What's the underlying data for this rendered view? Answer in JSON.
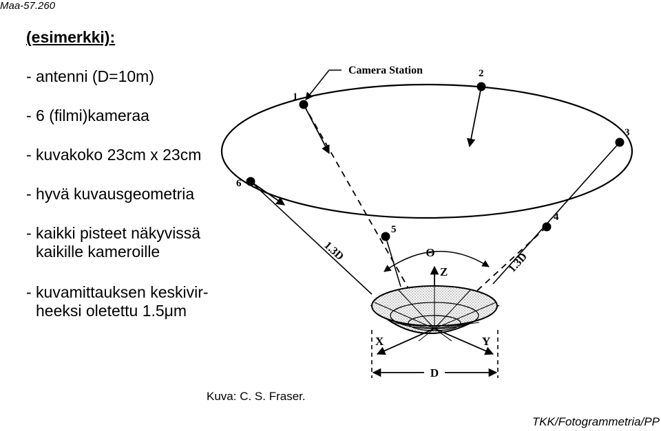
{
  "header": {
    "slide_code": "Maa-57.260"
  },
  "slide": {
    "title": "(esimerkki):",
    "bullets": [
      {
        "line1": "- antenni (D=10m)"
      },
      {
        "line1": "- 6 (filmi)kameraa"
      },
      {
        "line1": "- kuvakoko 23cm x 23cm"
      },
      {
        "line1": "- hyvä kuvausgeometria"
      },
      {
        "line1": "- kaikki pisteet näkyvissä",
        "line2": "kaikille kameroille"
      },
      {
        "line1": "- kuvamittauksen keskivir-",
        "line2": "heeksi oletettu 1.5μm"
      }
    ]
  },
  "figure": {
    "camera_station_label": "Camera Station",
    "station_numbers": [
      "1",
      "2",
      "3",
      "4",
      "5",
      "6"
    ],
    "distance_label_left": "1.3D",
    "distance_label_right": "1.3D",
    "angle_label": "Θ",
    "axis_z": "Z",
    "axis_x": "X",
    "axis_y": "Y",
    "diameter_label": "D",
    "caption": "Kuva: C. S. Fraser."
  },
  "footer": {
    "text": "TKK/Fotogrammetria/PP"
  }
}
